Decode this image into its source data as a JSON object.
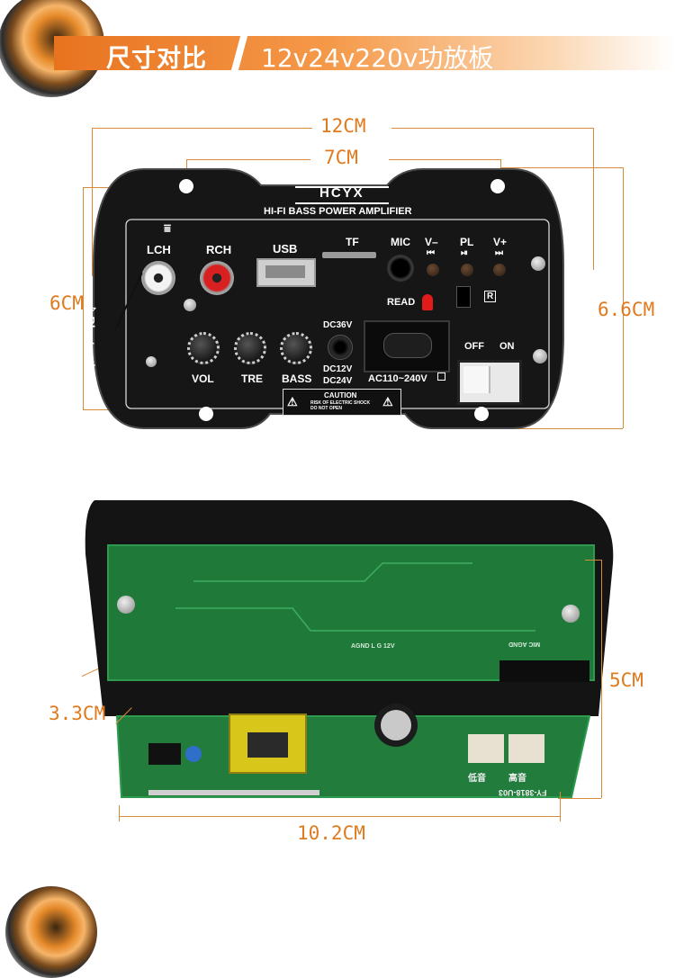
{
  "banner": {
    "title": "尺寸对比",
    "subtitle": "12v24v220v功放板"
  },
  "dimensions": {
    "width_total": "12CM",
    "hole_spacing": "7CM",
    "height_left": "6CM",
    "height_right": "6.6CM",
    "depth": "5CM",
    "board_height": "3.3CM",
    "board_width": "10.2CM"
  },
  "panel": {
    "brand": "HCYX",
    "model": "HI-FI  BASS POWER AMPLIFIER",
    "bluetooth": "Bluetooth",
    "lch": "LCH",
    "rch": "RCH",
    "usb": "USB",
    "tf": "TF",
    "mic": "MIC",
    "vminus": "V–",
    "pl": "PL",
    "vplus": "V+",
    "read": "READ",
    "r_mark": "R",
    "dc36": "DC36V",
    "dc12": "DC12V",
    "dc24": "DC24V",
    "ac": "AC110~240V",
    "off": "OFF",
    "on": "ON",
    "vol": "VOL",
    "tre": "TRE",
    "bass": "BASS",
    "caution": "CAUTION",
    "caution_text": "RISK OF ELECTRIC SHOCK DO NOT OPEN"
  },
  "board": {
    "model_code": "FY-3818-U03",
    "low": "低音",
    "high": "高音",
    "silk_a": "AGND L G 12V",
    "silk_b": "MIC AGND"
  },
  "colors": {
    "accent": "#e8731f",
    "dimension": "#e07a1e",
    "panel": "#1b1b1b",
    "pcb": "#1f7a3a"
  }
}
